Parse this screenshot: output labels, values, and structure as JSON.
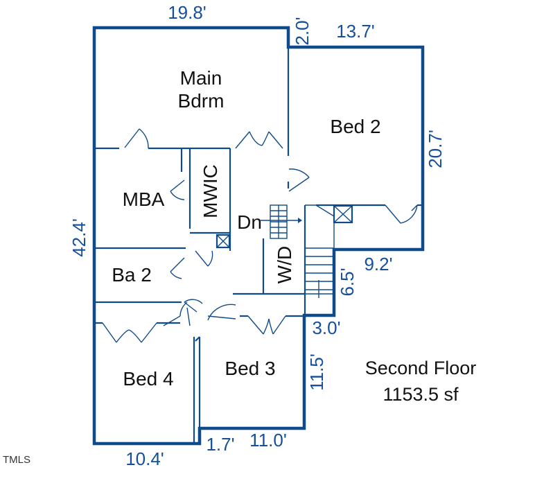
{
  "floor": {
    "title": "Second Floor",
    "area": "1153.5 sf",
    "colors": {
      "wall": "#0f4a8a",
      "dimension": "#154f9c",
      "label": "#111111"
    }
  },
  "rooms": {
    "main_bdrm_line1": "Main",
    "main_bdrm_line2": "Bdrm",
    "bed2": "Bed 2",
    "mba": "MBA",
    "mwic": "MWIC",
    "dn": "Dn",
    "wd": "W/D",
    "ba2": "Ba 2",
    "bed4": "Bed 4",
    "bed3": "Bed 3"
  },
  "dimensions": {
    "top_width": "19.8'",
    "step_2": "2.0'",
    "bed2_width": "13.7'",
    "bed2_depth": "20.7'",
    "left_depth": "42.4'",
    "offset_9_2": "9.2'",
    "offset_6_5": "6.5'",
    "offset_3_0": "3.0'",
    "bed3_depth": "11.5'",
    "bottom_left": "10.4'",
    "step_1_7": "1.7'",
    "bottom_right": "11.0'"
  },
  "watermark": "TMLS"
}
